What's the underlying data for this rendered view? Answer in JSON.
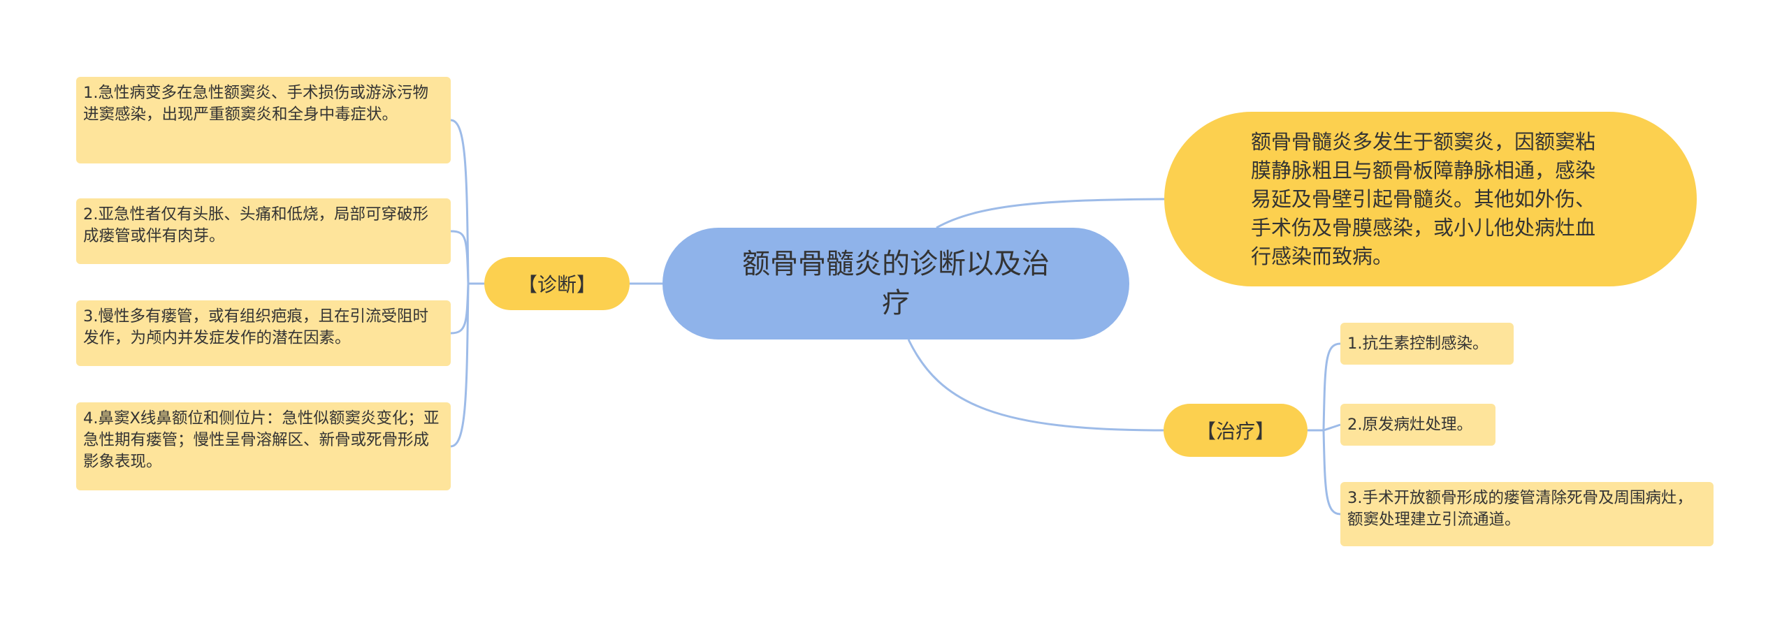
{
  "central_topic": "额骨骨髓炎的诊断以及治疗",
  "intro_text": "额骨骨髓炎多发生于额窦炎，因额窦粘膜静脉粗且与额骨板障静脉相通，感染易延及骨壁引起骨髓炎。其他如外伤、手术伤及骨膜感染，或小儿他处病灶血行感染而致病。",
  "diagnosis": {
    "label": "【诊断】",
    "items": [
      "1.急性病变多在急性额窦炎、手术损伤或游泳污物进窦感染，出现严重额窦炎和全身中毒症状。",
      "2.亚急性者仅有头胀、头痛和低烧，局部可穿破形成瘘管或伴有肉芽。",
      "3.慢性多有瘘管，或有组织疤痕，且在引流受阻时发作，为颅内并发症发作的潜在因素。",
      "4.鼻窦X线鼻额位和侧位片：急性似额窦炎变化；亚急性期有瘘管；慢性呈骨溶解区、新骨或死骨形成影象表现。"
    ]
  },
  "treatment": {
    "label": "【治疗】",
    "items": [
      "1.抗生素控制感染。",
      "2.原发病灶处理。",
      "3.手术开放额骨形成的瘘管清除死骨及周围病灶，额窦处理建立引流通道。"
    ]
  },
  "colors": {
    "central": "#8fb3ea",
    "branch": "#fcd04f",
    "leaf": "#fee49b",
    "line": "#9dbbe8"
  }
}
